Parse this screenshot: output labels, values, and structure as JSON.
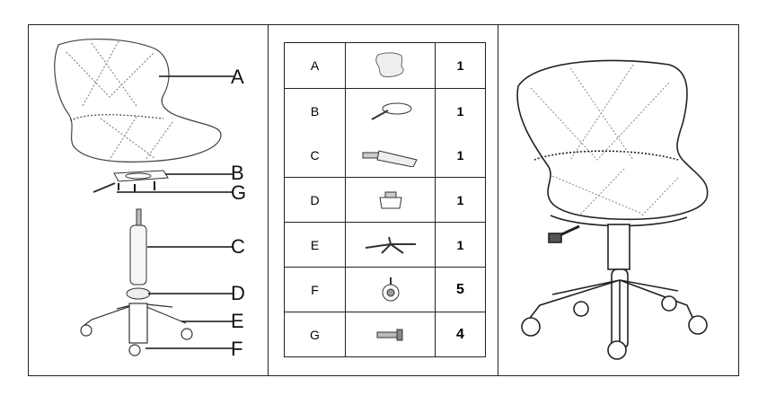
{
  "explode_labels": [
    "A",
    "B",
    "G",
    "C",
    "D",
    "E",
    "F"
  ],
  "parts": [
    {
      "letter": "A",
      "qty": "1",
      "icon": "seat-shell-icon"
    },
    {
      "letter": "B",
      "qty": "1",
      "icon": "mechanism-plate-icon"
    },
    {
      "letter": "C",
      "qty": "1",
      "icon": "gas-lift-icon"
    },
    {
      "letter": "D",
      "qty": "1",
      "icon": "cover-icon"
    },
    {
      "letter": "E",
      "qty": "1",
      "icon": "star-base-icon"
    },
    {
      "letter": "F",
      "qty": "5",
      "icon": "caster-icon"
    },
    {
      "letter": "G",
      "qty": "4",
      "icon": "screw-icon"
    }
  ]
}
